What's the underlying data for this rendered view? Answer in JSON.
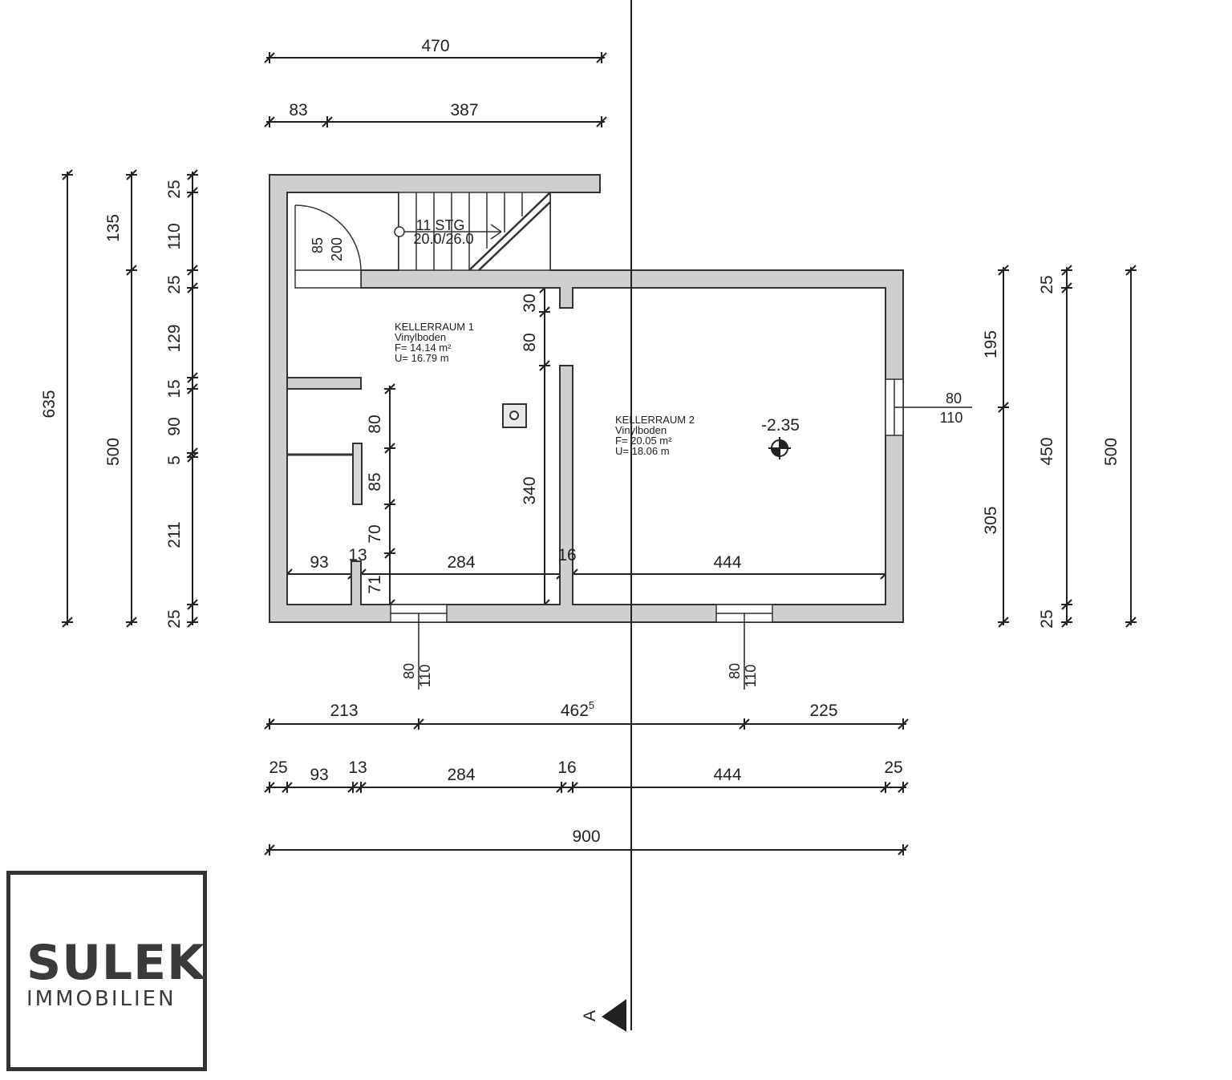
{
  "plan": {
    "section_marker": "A",
    "level": "-2.35",
    "rooms": [
      {
        "name": "KELLERRAUM 1",
        "floor": "Vinylboden",
        "area": "F= 14.14 m²",
        "perimeter": "U= 16.79 m"
      },
      {
        "name": "KELLERRAUM 2",
        "floor": "Vinylboden",
        "area": "F= 20.05 m²",
        "perimeter": "U= 18.06 m"
      }
    ],
    "stair": {
      "steps": "11 STG",
      "ratio": "20.0/26.0"
    },
    "door_dims": {
      "width": "85",
      "height": "200"
    },
    "windows": [
      {
        "width": "80",
        "height": "110"
      },
      {
        "width": "80",
        "height": "110"
      },
      {
        "width": "80",
        "height": "110"
      }
    ]
  },
  "dimensions": {
    "top_total": "470",
    "top_parts": [
      "83",
      "387"
    ],
    "bottom_row1": [
      "213",
      "462",
      "225"
    ],
    "bottom_row1_superscript": "5",
    "bottom_row2": [
      "25",
      "93",
      "13",
      "284",
      "16",
      "444",
      "25"
    ],
    "bottom_total": "900",
    "inner_row": [
      "93",
      "13",
      "284",
      "16",
      "444"
    ],
    "left_total": "635",
    "left_mid": [
      "135",
      "500"
    ],
    "left_detail": [
      "25",
      "110",
      "25",
      "129",
      "15",
      "90",
      "5",
      "211",
      "25"
    ],
    "inner_vertical_left": [
      "80",
      "85",
      "70",
      "71"
    ],
    "inner_vertical_mid": [
      "30",
      "80",
      "340"
    ],
    "right_a": [
      "195",
      "305"
    ],
    "right_b": [
      "25",
      "450",
      "25"
    ],
    "right_total": "500"
  },
  "logo": {
    "name": "SULEK",
    "subtitle": "IMMOBILIEN"
  }
}
